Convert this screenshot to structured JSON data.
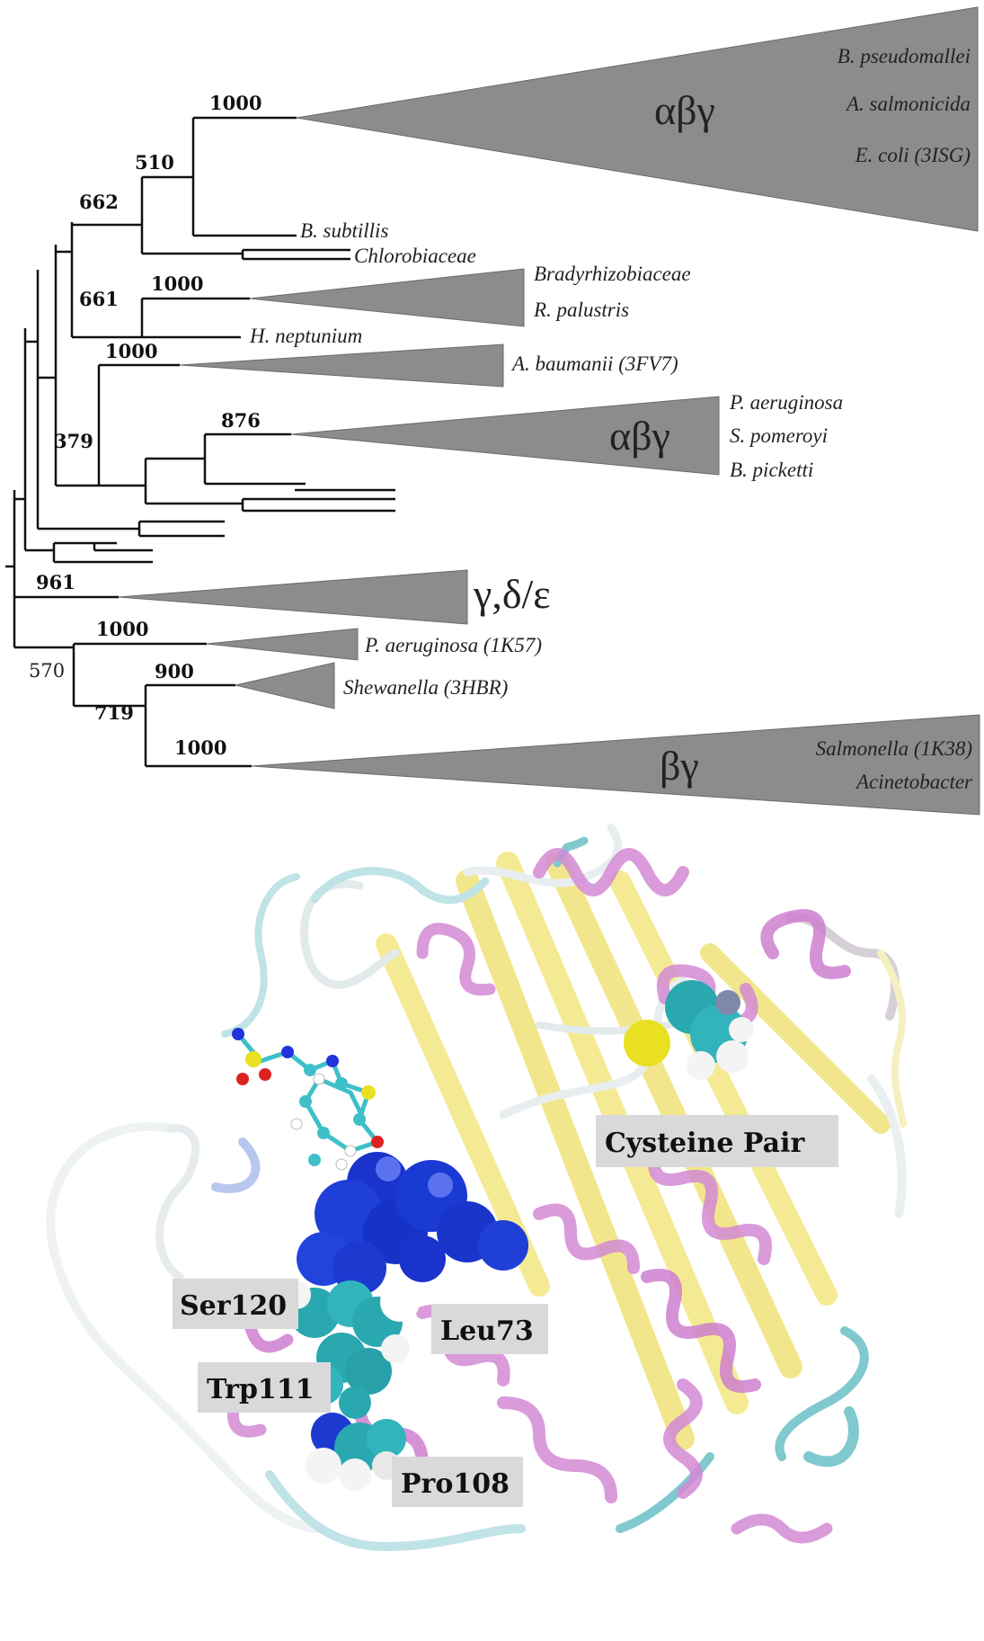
{
  "tree": {
    "bootstraps": [
      "1000",
      "510",
      "662",
      "661",
      "1000",
      "1000",
      "876",
      "379",
      "961",
      "1000",
      "570",
      "900",
      "719",
      "1000"
    ],
    "taxa": [
      "B. pseudomallei",
      "A. salmonicida",
      "E. coli (3ISG)",
      "B. subtillis",
      "Chlorobiaceae",
      "Bradyrhizobiaceae",
      "R. palustris",
      "H. neptunium",
      "A. baumanii (3FV7)",
      "P. aeruginosa",
      "S. pomeroyi",
      "B. picketti",
      "P. aeruginosa (1K57)",
      "Shewanella (3HBR)",
      "Salmonella (1K38)",
      "Acinetobacter"
    ],
    "clade_labels": [
      "αβγ",
      "αβγ",
      "γ,δ/ε",
      "βγ"
    ]
  },
  "structure": {
    "residue_labels": [
      "Cysteine Pair",
      "Ser120",
      "Leu73",
      "Trp111",
      "Pro108"
    ]
  },
  "colors": {
    "collapsed_clade": "#8c8c8c",
    "helix": "#d48ad4",
    "sheet": "#f0e070",
    "loop": "#e8eef0",
    "turn": "#7fc9cf",
    "ligand_site": "#1a33cc",
    "carbon": "#2aa8b0",
    "sulfur": "#e8e020",
    "label_box": "#d9d9d9"
  }
}
